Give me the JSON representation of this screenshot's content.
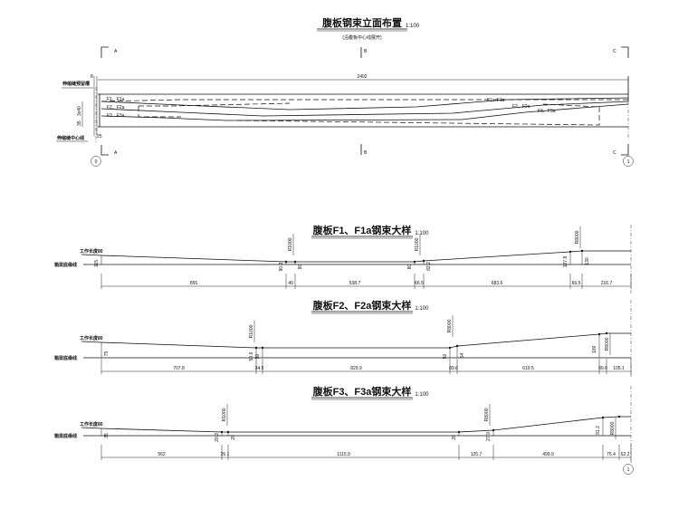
{
  "title": {
    "main": "腹板钢束立面布置",
    "scale": "1:100",
    "subtitle": "(沿腹板中心线展开)"
  },
  "elevation": {
    "section_marks": {
      "a": "A",
      "b": "B",
      "c": "C"
    },
    "axis_labels": {
      "start": "0",
      "end": "1"
    },
    "length": "2492",
    "dim_top": "8",
    "dim_3x40": "3x40",
    "dim_35": "35",
    "dim_25": "25",
    "labels": {
      "groove": "伸缩缝预留槽",
      "centerline": "伸缩缝中心线"
    },
    "tendons_left": [
      "F1、F1a",
      "F2、F2a",
      "F3、F3a"
    ],
    "tendons_right": [
      "F1、F1a",
      "F2、F2a",
      "F3、F3a"
    ]
  },
  "details": [
    {
      "title": "腹板F1、F1a钢束大样",
      "scale": "1:100",
      "work_length": "工作长度80",
      "base_line": "箱梁底缘线",
      "dims": [
        "855",
        "40",
        "538.7",
        "66.5",
        "683.6",
        "66.5",
        "216.7"
      ],
      "heights": [
        "115",
        "80.8",
        "80",
        "80",
        "82.2",
        "127.8",
        "130"
      ],
      "radii": [
        "R1000",
        "R1000",
        "R8000"
      ]
    },
    {
      "title": "腹板F2、F2a钢束大样",
      "scale": "1:100",
      "work_length": "工作长度80",
      "base_line": "箱梁底缘线",
      "dims": [
        "707.8",
        "34.5",
        "829.9",
        "89.6",
        "610.5",
        "89.6",
        "105.1"
      ],
      "heights": [
        "75",
        "50.6",
        "50",
        "50",
        "54",
        "109"
      ],
      "radii": [
        "R1000",
        "R8000",
        "R8000"
      ]
    },
    {
      "title": "腹板F3、F3a钢束大样",
      "scale": "1:100",
      "work_length": "工作长度80",
      "base_line": "箱梁底缘线",
      "dims": [
        "562",
        "26.1",
        "1115.9",
        "125.7",
        "499.9",
        "75.4",
        "62.2"
      ],
      "heights": [
        "35",
        "20.3",
        "20",
        "20",
        "27.9",
        "91.2"
      ],
      "radii": [
        "R1000",
        "R8000",
        "R8000"
      ]
    }
  ],
  "bottom_axis_label": "1"
}
